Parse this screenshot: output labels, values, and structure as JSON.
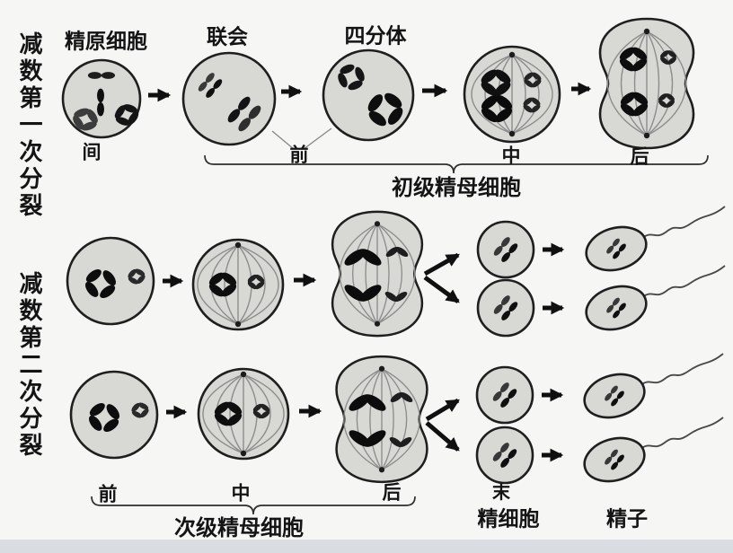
{
  "palette": {
    "background": "#f6f6f4",
    "cell_fill": "#d8d8d4",
    "cell_stroke": "#1f1f1f",
    "chromosome_dark": "#0e0e0e",
    "chromosome_gray": "#3a3a3a",
    "spindle": "#8d8d8d",
    "arrow": "#101010",
    "footer_strip": "#d9dde1"
  },
  "side_labels": {
    "meiosis_one": "减数第一次分裂",
    "meiosis_two": "减数第二次分裂"
  },
  "row1": {
    "cell_titles": {
      "spermatogonium": "精原细胞",
      "synapsis": "联会",
      "tetrad": "四分体"
    },
    "stages": {
      "interphase": "间",
      "prophase": "前",
      "metaphase": "中",
      "anaphase": "后"
    },
    "brace_label": "初级精母细胞"
  },
  "row2": {
    "stages": {
      "prophase": "前",
      "metaphase": "中",
      "anaphase": "后",
      "telophase": "末"
    },
    "brace_label": "次级精母细胞"
  },
  "products": {
    "spermatid": "精细胞",
    "sperm": "精子"
  }
}
